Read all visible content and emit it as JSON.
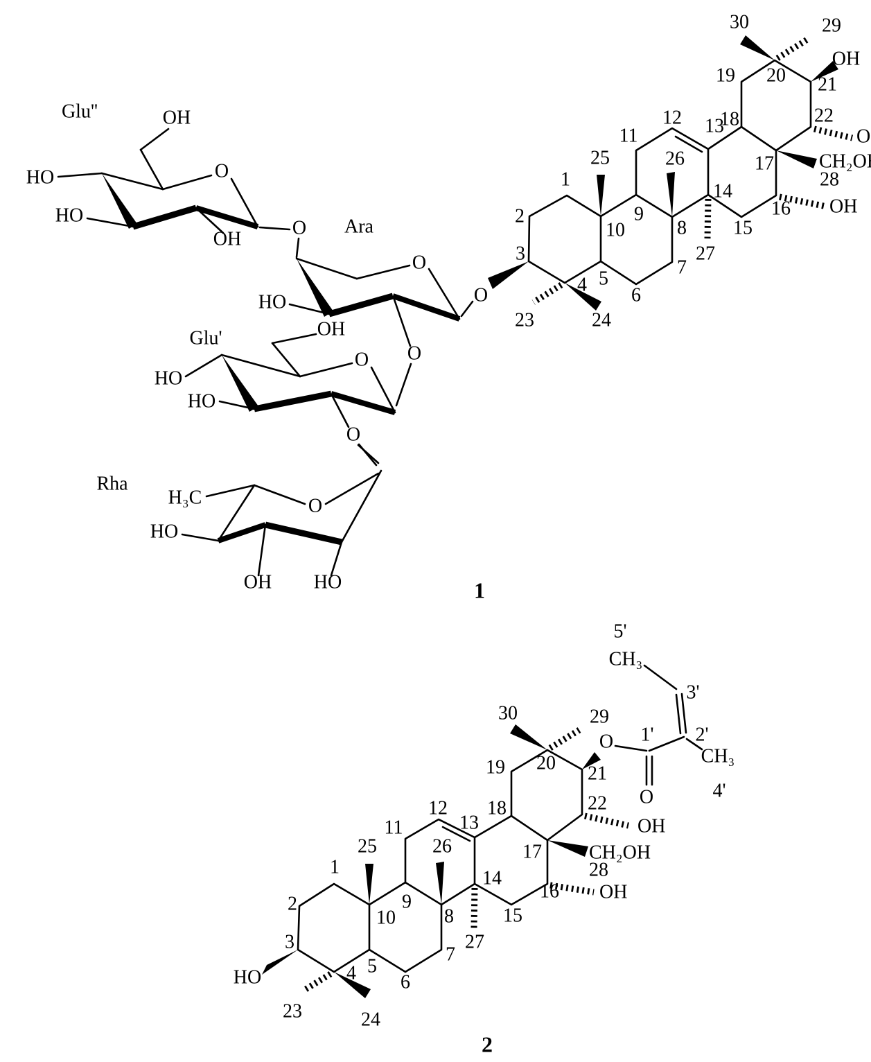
{
  "page": {
    "description": "Chemical structure diagram of triterpenoid saponin compound 1 (with Glu'', Ara, Glu', Rha sugar chain) and aglycone compound 2 (with angeloyl ester)",
    "ink_color": "#000000",
    "background_color": "#ffffff"
  },
  "compound_labels": {
    "c1": "1",
    "c2": "2"
  },
  "sugars": {
    "glu2": "Glu''",
    "ara": "Ara",
    "glu1": "Glu'",
    "rha": "Rha"
  },
  "symbols": {
    "o": "O",
    "oh": "OH",
    "ho": "HO",
    "ch2oh": "CH₂OH",
    "h3c": "H₃C",
    "ch3": "CH₃"
  },
  "numbers": {
    "1": "1",
    "2": "2",
    "3": "3",
    "4": "4",
    "5": "5",
    "6": "6",
    "7": "7",
    "8": "8",
    "9": "9",
    "10": "10",
    "11": "11",
    "12": "12",
    "13": "13",
    "14": "14",
    "15": "15",
    "16": "16",
    "17": "17",
    "18": "18",
    "19": "19",
    "20": "20",
    "21": "21",
    "22": "22",
    "23": "23",
    "24": "24",
    "25": "25",
    "26": "26",
    "27": "27",
    "28": "28",
    "29": "29",
    "30": "30"
  },
  "primed": {
    "1": "1'",
    "2": "2'",
    "3": "3'",
    "4": "4'",
    "5": "5'"
  }
}
